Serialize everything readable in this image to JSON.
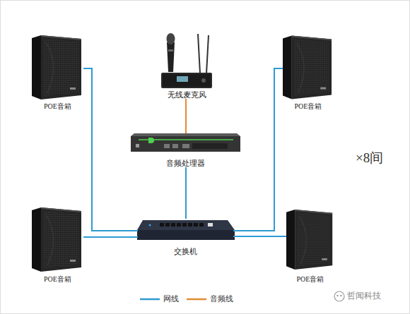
{
  "diagram": {
    "nodes": [
      {
        "text": [
          "POE音箱"
        ]
      },
      {
        "text": [
          "无线麦克风"
        ]
      },
      {
        "text": [
          "POE音箱"
        ]
      },
      {
        "text": [
          "音频处理器"
        ]
      },
      {
        "text": [
          "POE音箱"
        ]
      },
      {
        "text": [
          "交换机"
        ]
      },
      {
        "text": [
          "POE音箱"
        ]
      }
    ],
    "edges": [
      {
        "from": 1,
        "to": 3,
        "arrow": "none"
      },
      {
        "from": 3,
        "to": 5,
        "arrow": "none"
      },
      {
        "from": 0,
        "to": 5,
        "arrow": "none"
      },
      {
        "from": 4,
        "to": 5,
        "arrow": "none"
      },
      {
        "from": 2,
        "to": 5,
        "arrow": "none"
      },
      {
        "from": 6,
        "to": 5,
        "arrow": "none"
      }
    ],
    "labels": [
      "×8间",
      "哲闻科技"
    ],
    "legend": [
      {
        "text": "网线"
      },
      {
        "text": "音频线"
      }
    ]
  }
}
